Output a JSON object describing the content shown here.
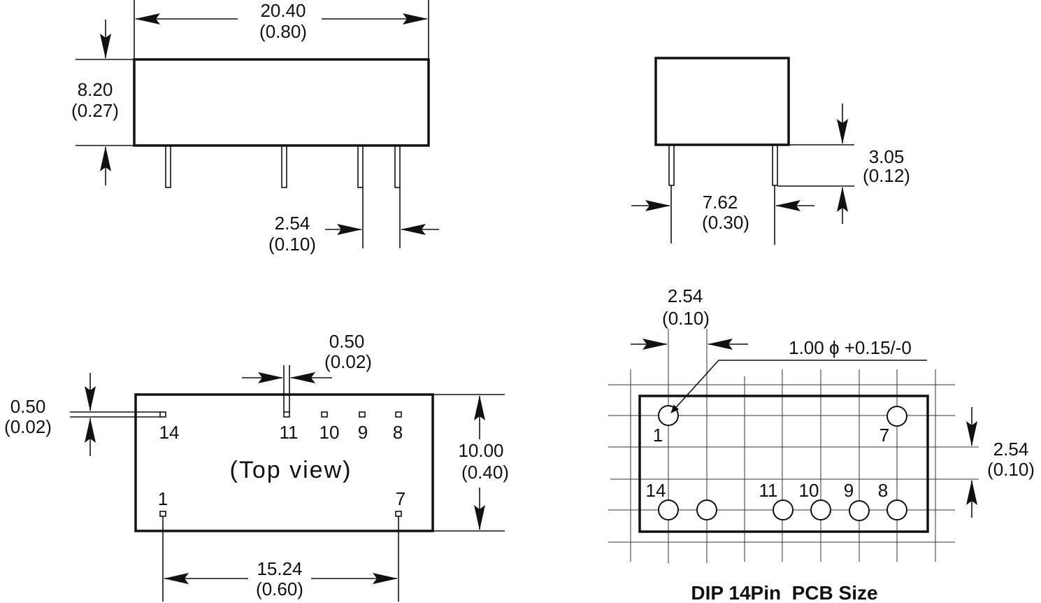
{
  "side_view": {
    "length": "20.40",
    "length_in": "(0.80)",
    "height": "8.20",
    "height_in": "(0.27)",
    "pitch": "2.54",
    "pitch_in": "(0.10)"
  },
  "end_view": {
    "pin_length": "3.05",
    "pin_length_in": "(0.12)",
    "row_spacing": "7.62",
    "row_spacing_in": "(0.30)"
  },
  "top_view": {
    "label": "(Top view)",
    "pin_width": "0.50",
    "pin_width_in": "(0.02)",
    "pin_thick": "0.50",
    "pin_thick_in": "(0.02)",
    "width": "10.00",
    "width_in": "(0.40)",
    "span": "15.24",
    "span_in": "(0.60)",
    "pins_top": [
      "14",
      "11",
      "10",
      "9",
      "8"
    ],
    "pins_bottom": [
      "1",
      "7"
    ]
  },
  "pcb": {
    "pitch": "2.54",
    "pitch_in": "(0.10)",
    "hole": "1.00 ϕ +0.15/-0",
    "row_pitch": "2.54",
    "row_pitch_in": "(0.10)",
    "pins_top": [
      "1",
      "7"
    ],
    "pins_bottom": [
      "14",
      "11",
      "10",
      "9",
      "8"
    ],
    "title": "DIP 14Pin  PCB Size"
  }
}
